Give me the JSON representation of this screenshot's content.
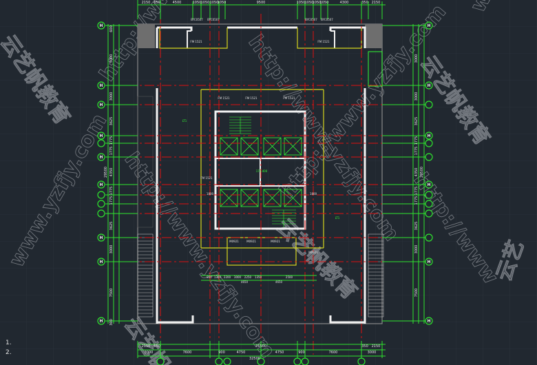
{
  "drawing": {
    "top_dims": [
      "2150",
      "650",
      "4500",
      "1050",
      "1050",
      "1050",
      "1050",
      "9500",
      "1050",
      "1050",
      "1050",
      "1050",
      "4300",
      "350",
      "2150"
    ],
    "top_door_tags": [
      "BYC0507",
      "BYC0507",
      "BYC0507",
      "BYC0507"
    ],
    "bottom_dims_row1": [
      "2150",
      "650",
      "26500",
      "350",
      "2150"
    ],
    "bottom_dims_row2": [
      "3000",
      "7600",
      "900",
      "4750",
      "4750",
      "900",
      "7600",
      "3000"
    ],
    "bottom_total": "32500",
    "left_dims": [
      "600",
      "3000",
      "3000",
      "3625",
      "1775",
      "1775",
      "4350",
      "1775",
      "1775",
      "3625",
      "3000",
      "7500",
      "300"
    ],
    "left_total": "29500",
    "right_dims": [
      "3000",
      "3000",
      "3625",
      "1775",
      "1775",
      "4350",
      "1775",
      "1775",
      "3625",
      "3000",
      "7500"
    ],
    "right_total": "29500",
    "axis_label": "H",
    "core_labels": [
      "FM 1521",
      "FM 1521",
      "FM 1521",
      "FM 1521",
      "FM 1521",
      "FM 1521"
    ],
    "elevation_mark": "175.400",
    "core_dims": [
      "850",
      "1350",
      "2200",
      "3000",
      "2250",
      "1350",
      "4650",
      "4650",
      "1800",
      "1800",
      "2500"
    ],
    "lobby_tags": [
      "M0921",
      "M0921",
      "M0921",
      "M0921"
    ],
    "section_tag": "LT1",
    "notes": [
      "1.",
      "2."
    ],
    "watermark": [
      "http://www.yzfjy.com",
      "云艺帆教育"
    ]
  }
}
